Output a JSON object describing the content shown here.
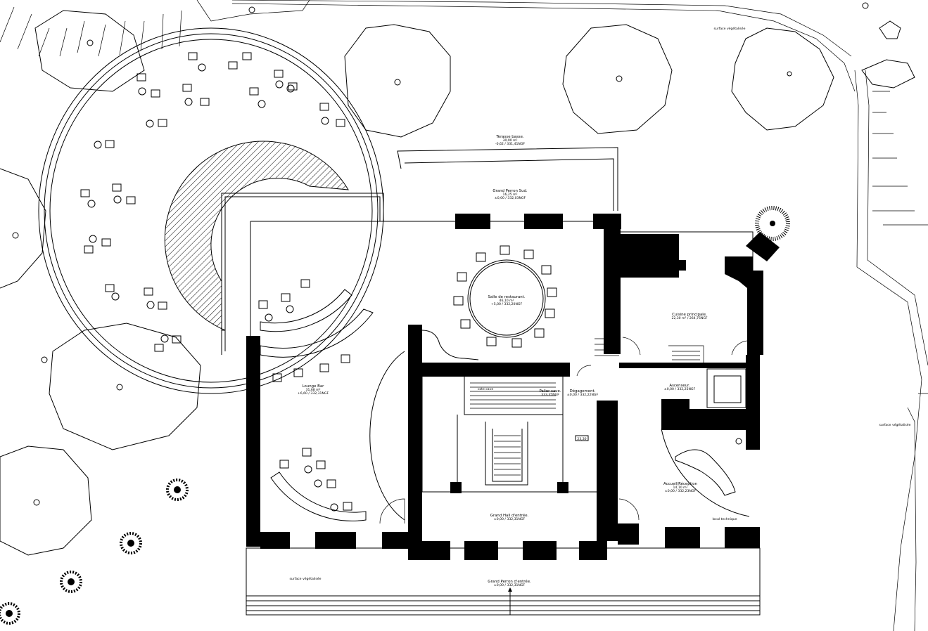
{
  "labels": {
    "terrasse_basse": {
      "name": "Terasse basse.",
      "area": "30,00 m²",
      "level": "-0,62 / 331,41NGF"
    },
    "perron_sud": {
      "name": "Grand Perron Sud.",
      "area": "16,25 m²",
      "level": "±0,00 / 332,03NGF"
    },
    "salle_restaurant": {
      "name": "Salle de restaurant.",
      "area": "46,10 m²",
      "level": "+5,00 / 332,20NGF"
    },
    "cuisine": {
      "name": "Cuisine principale.",
      "area": "22,30 m² / 264,75NGF"
    },
    "lounge_bar": {
      "name": "Lounge Bar",
      "area": "31,68 m²",
      "level": "+6,60 / 332,31NGF"
    },
    "palier_cave": {
      "name": "Palier cave.",
      "level": "333,35NGF"
    },
    "degagement": {
      "name": "Dégagement.",
      "level": "±0,00 / 332,22NGF"
    },
    "ascenseur": {
      "name": "Ascenseur.",
      "level": "±0,00 / 332,25NGF"
    },
    "accueil": {
      "name": "Accueil/Réception",
      "area": "14,10 m²",
      "level": "±0,00 / 332,23NGF"
    },
    "grand_hall": {
      "name": "Grand Hall d'entrée.",
      "level": "±0,00 / 332,31NGF"
    },
    "perron_entree": {
      "name": "Grand Perron d'entrée.",
      "level": "±0,00 / 332,31NGF"
    },
    "local_technique": {
      "name": "local technique"
    },
    "surface_vegetalisee": "surface végétalisée",
    "cote_cave": "cote cave",
    "dimension_tag": "23,30"
  }
}
